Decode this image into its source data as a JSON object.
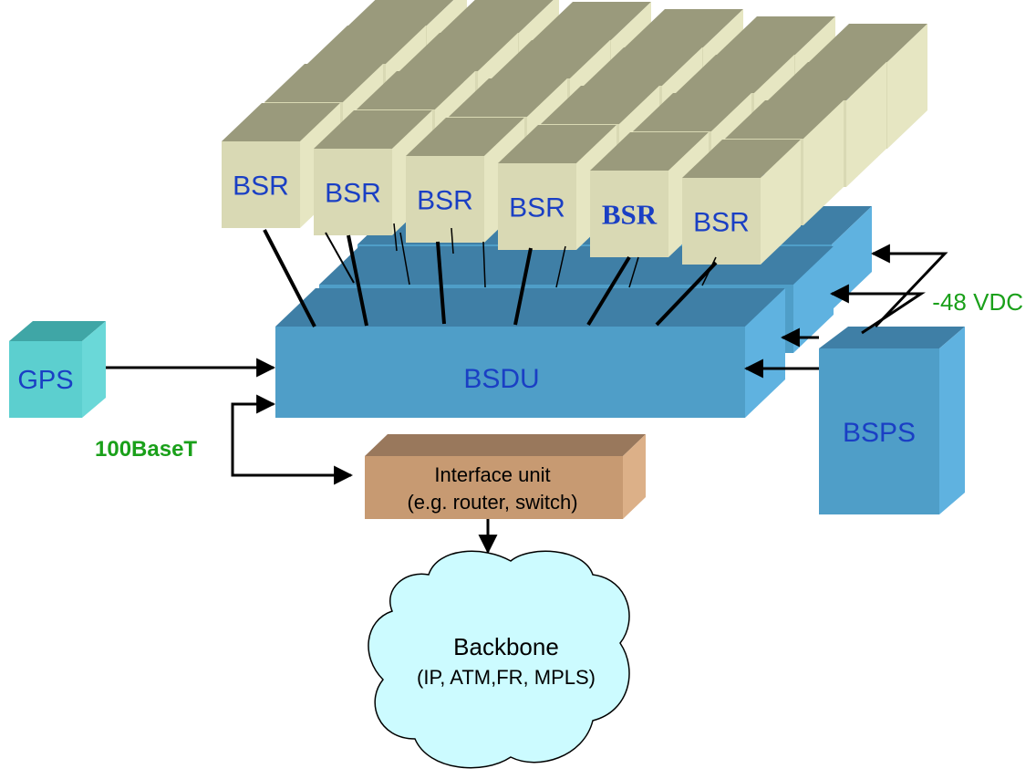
{
  "labels": {
    "bsr": "BSR",
    "bsdu": "BSDU",
    "gps": "GPS",
    "bsps": "BSPS",
    "vdc": "-48 VDC",
    "ethernet": "100BaseT",
    "interface_line1": "Interface unit",
    "interface_line2": "(e.g. router, switch)",
    "backbone_line1": "Backbone",
    "backbone_line2": "(IP, ATM,FR, MPLS)"
  },
  "colors": {
    "bsr_front": "#d9d9b4",
    "bsr_top": "#9a9a7c",
    "bsr_side": "#e6e6c2",
    "bsdu_front": "#4f9ec8",
    "bsdu_top": "#3f7fa6",
    "bsdu_side": "#5fb2e0",
    "gps_front": "#5ccfcf",
    "gps_top": "#3fa6a6",
    "interface_front": "#c79a72",
    "interface_top": "#99785c",
    "cloud": "#ccfbff",
    "label_blue": "#1a3fc4",
    "label_green": "#1aa01a"
  },
  "bsr_rows": [
    {
      "row": 0,
      "count": 6
    },
    {
      "row": 1,
      "count": 6
    },
    {
      "row": 2,
      "count": 6
    },
    {
      "row": 3,
      "count": 6
    }
  ]
}
